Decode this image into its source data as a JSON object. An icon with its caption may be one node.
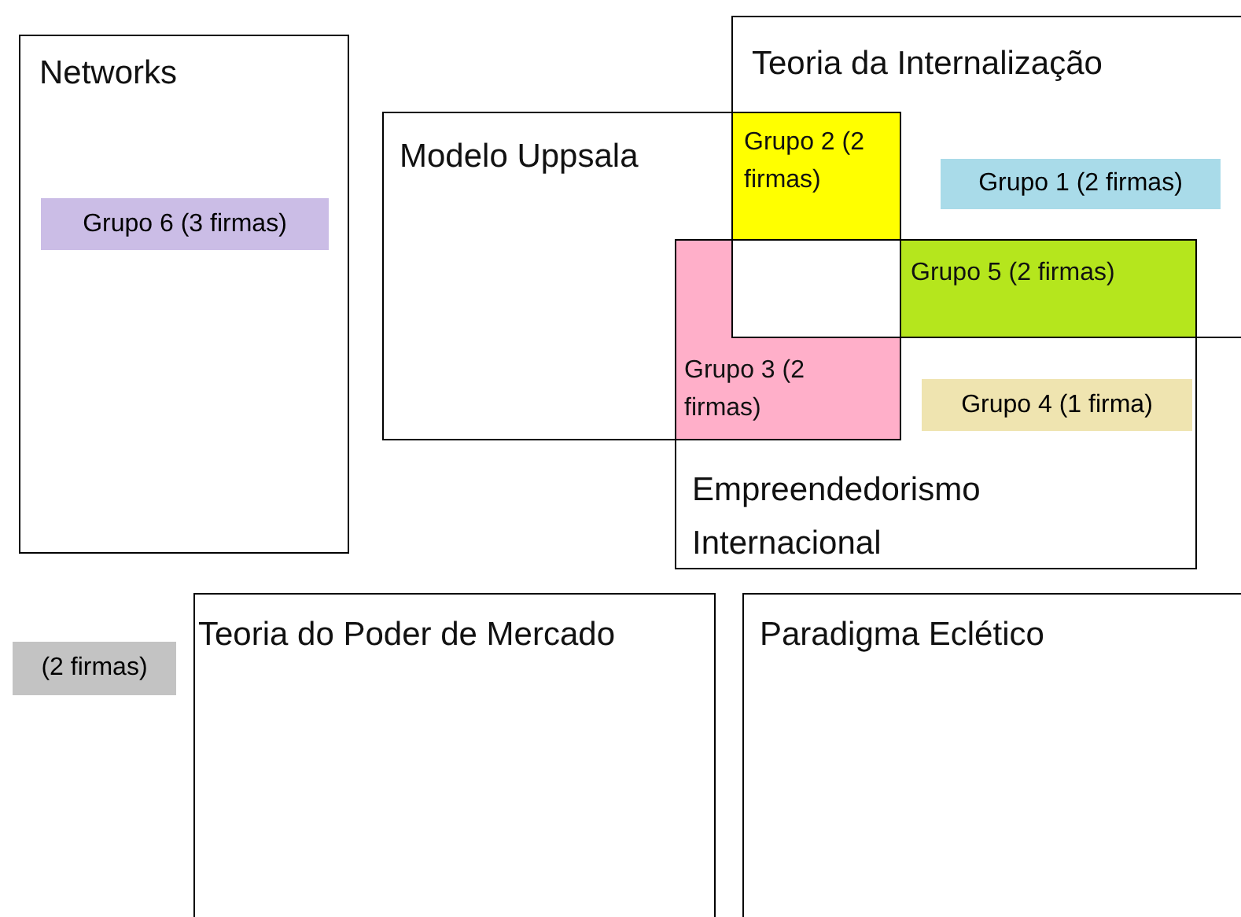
{
  "diagram": {
    "nodes": [
      {
        "text": [
          "Networks"
        ]
      },
      {
        "text": [
          "Grupo 6 (3 firmas)"
        ],
        "in": 0
      },
      {
        "text": [
          "Teoria da Internalização"
        ]
      },
      {
        "text": [
          "Modelo Uppsala"
        ]
      },
      {
        "text": [
          "Grupo 2 (2 firmas)"
        ]
      },
      {
        "text": [
          "Grupo 1 (2 firmas)"
        ],
        "in": 2
      },
      {
        "text": [
          "Empreendedorismo Internacional"
        ]
      },
      {
        "text": [
          "Grupo 5 (2 firmas)"
        ]
      },
      {
        "text": [
          "Grupo 3 (2 firmas)"
        ]
      },
      {
        "text": [
          "Grupo 4 (1 firma)"
        ],
        "in": 6
      },
      {
        "text": [
          "(2 firmas)"
        ]
      },
      {
        "text": [
          "Teoria do Poder de Mercado"
        ]
      },
      {
        "text": [
          "Paradigma Eclético"
        ]
      }
    ]
  }
}
